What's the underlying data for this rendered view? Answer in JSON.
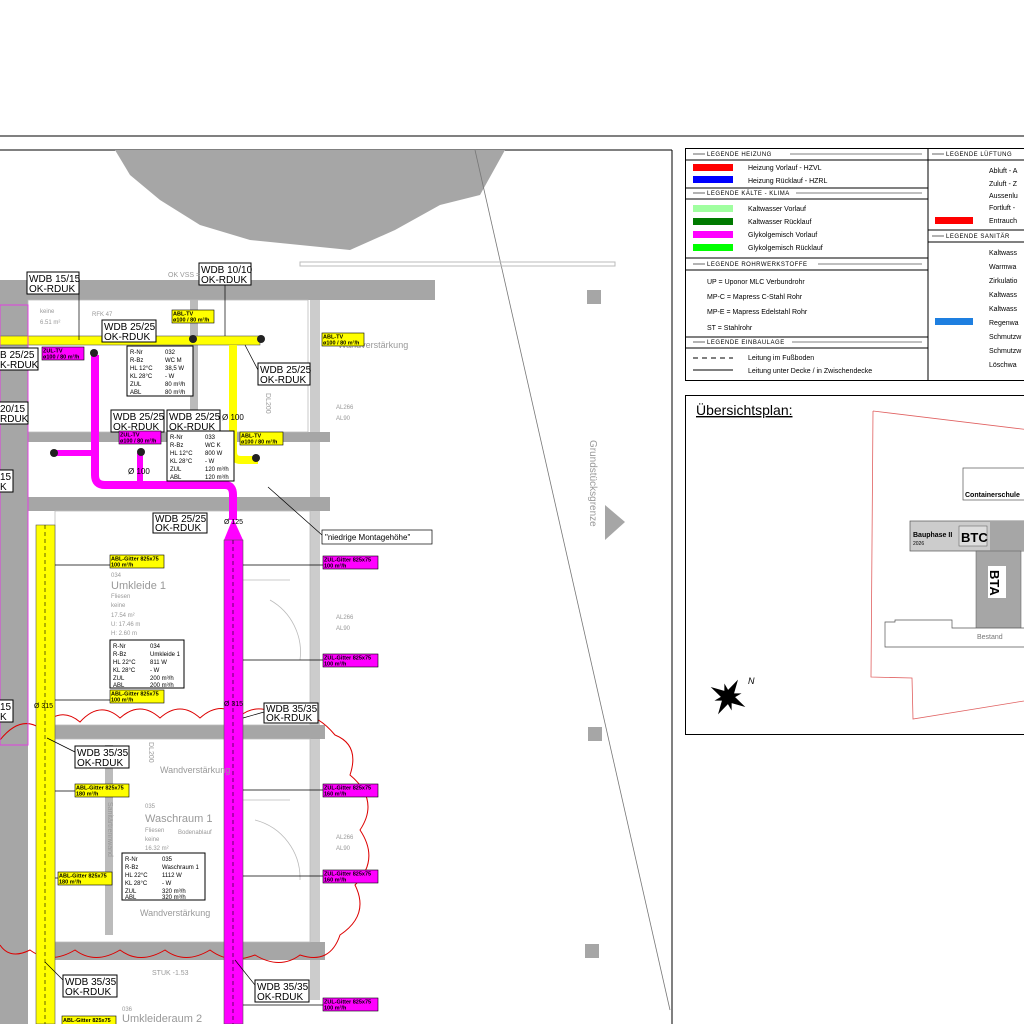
{
  "colors": {
    "heating_supply": "#ff0000",
    "heating_return": "#0000ff",
    "cold_supply": "#a0ffa0",
    "cold_return": "#007a00",
    "glycol_supply": "#ff00ff",
    "glycol_return": "#00ff00",
    "smoke": "#ff0000",
    "rain": "#1e7fe0",
    "exhaust_duct": "#ffff00",
    "supply_duct": "#ff00ff",
    "wall": "#a6a6a6"
  },
  "wdb": [
    {
      "size": "WDB 15/15",
      "ref": "OK-RDUK"
    },
    {
      "size": "WDB 10/10",
      "ref": "OK-RDUK"
    },
    {
      "size": "WDB 25/25",
      "ref": "OK-RDUK"
    },
    {
      "size": "B 25/25",
      "ref": "K-RDUK"
    },
    {
      "size": "WDB 25/25",
      "ref": "OK-RDUK"
    },
    {
      "size": "20/15",
      "ref": "RDUK"
    },
    {
      "size": "WDB 25/25",
      "ref": "OK-RDUK"
    },
    {
      "size": "WDB 25/25",
      "ref": "OK-RDUK"
    },
    {
      "size": "15",
      "ref": "K"
    },
    {
      "size": "WDB 25/25",
      "ref": "OK-RDUK"
    },
    {
      "size": "WDB 35/35",
      "ref": "OK-RDUK"
    },
    {
      "size": "WDB 35/35",
      "ref": "OK-RDUK"
    },
    {
      "size": "15",
      "ref": "K"
    },
    {
      "size": "WDB 35/35",
      "ref": "OK-RDUK"
    },
    {
      "size": "WDB 35/35",
      "ref": "OK-RDUK"
    }
  ],
  "room_tables": [
    {
      "rows": [
        [
          "R-Nr",
          "032"
        ],
        [
          "R-Bz",
          "WC M"
        ],
        [
          "HL 12°C",
          "38,5 W"
        ],
        [
          "KL 28°C",
          "- W"
        ],
        [
          "ZUL",
          "80 m³/h"
        ],
        [
          "ABL",
          "80 m³/h"
        ]
      ]
    },
    {
      "rows": [
        [
          "R-Nr",
          "033"
        ],
        [
          "R-Bz",
          "WC K"
        ],
        [
          "HL 12°C",
          "800 W"
        ],
        [
          "KL 28°C",
          "- W"
        ],
        [
          "ZUL",
          "120 m³/h"
        ],
        [
          "ABL",
          "120 m³/h"
        ]
      ]
    },
    {
      "rows": [
        [
          "R-Nr",
          "034"
        ],
        [
          "R-Bz",
          "Umkleide 1"
        ],
        [
          "HL 22°C",
          "811 W"
        ],
        [
          "KL 28°C",
          "- W"
        ],
        [
          "ZUL",
          "200 m³/h"
        ],
        [
          "ABL",
          "200 m³/h"
        ]
      ]
    },
    {
      "rows": [
        [
          "R-Nr",
          "035"
        ],
        [
          "R-Bz",
          "Waschraum 1"
        ],
        [
          "HL 22°C",
          "1112 W"
        ],
        [
          "KL 28°C",
          "- W"
        ],
        [
          "ZUL",
          "320 m³/h"
        ],
        [
          "ABL",
          "320 m³/h"
        ]
      ]
    }
  ],
  "rooms": {
    "umkleide1": {
      "num": "034",
      "name": "Umkleide 1",
      "floor": "Fliesen",
      "ceiling": "keine",
      "area": "17.54 m²",
      "perimeter": "U: 17.46 m",
      "height": "H: 2.60 m"
    },
    "waschraum1": {
      "num": "035",
      "name": "Waschraum 1",
      "floor": "Fliesen",
      "ceiling": "keine",
      "area": "16.32 m²",
      "drain": "Bodenablauf"
    },
    "umkleideraum2": {
      "num": "036",
      "name": "Umkleideraum 2"
    },
    "wc": {
      "floor": "keine",
      "area": "6.51 m²"
    },
    "reinforcement": "Wandverstärkung",
    "sanitary_wall": "Sanitärtrennwand",
    "rfk": "RFK 47",
    "opening_al": "AL266",
    "opening_al2": "AL90",
    "stuk": "STUK -1.53",
    "ok_vss": "OK VSS =",
    "dl": "DL200",
    "dia": "Ø 100",
    "dia2": "Ø 315",
    "dia3": "Ø 125"
  },
  "duct_tags": {
    "abl_gitter": "ABL-Gitter 825x75",
    "zul_gitter": "ZUL-Gitter 825x75",
    "flow_100": "100 m³/h",
    "flow_180": "180 m³/h",
    "flow_160": "160 m³/h",
    "abl_tv": "ABL-TV",
    "zul_tv": "ZUL-TV",
    "tv_flow": "ø100 / 80 m³/h"
  },
  "callout": "\"niedrige Montagehöhe\"",
  "boundary": "Grundstücksgrenze",
  "legend": {
    "heating": {
      "title": "LEGENDE HEIZUNG",
      "items": [
        {
          "label": "Heizung Vorlauf - HZVL",
          "color": "#ff0000"
        },
        {
          "label": "Heizung Rücklauf - HZRL",
          "color": "#0000ff"
        }
      ]
    },
    "cooling": {
      "title": "LEGENDE KÄLTE - KLIMA",
      "items": [
        {
          "label": "Kaltwasser Vorlauf",
          "color": "#a0ffa0"
        },
        {
          "label": "Kaltwasser Rücklauf",
          "color": "#007a00"
        },
        {
          "label": "Glykolgemisch Vorlauf",
          "color": "#ff00ff"
        },
        {
          "label": "Glykolgemisch Rücklauf",
          "color": "#00ff00"
        }
      ]
    },
    "materials": {
      "title": "LEGENDE ROHRWERKSTOFFE",
      "items": [
        "UP = Uponor MLC Verbundrohr",
        "MP-C = Mapress C-Stahl Rohr",
        "MP-E = Mapress Edelstahl Rohr",
        "ST = Stahlrohr"
      ]
    },
    "installation": {
      "title": "LEGENDE EINBAULAGE",
      "items": [
        "Leitung im Fußboden",
        "Leitung unter Decke / in Zwischendecke"
      ]
    },
    "ventilation": {
      "title": "LEGENDE LÜFTUNG",
      "items": [
        "Abluft - A",
        "Zuluft - Z",
        "Aussenlu",
        "Fortluft -",
        "Entrauch"
      ]
    },
    "sanitary": {
      "title": "LEGENDE SANITÄR",
      "items": [
        "Kaltwass",
        "Warmwa",
        "Zirkulatio",
        "Kaltwass",
        "Kaltwass",
        "Regenwa",
        "Schmutzw",
        "Schmutzw",
        "Löschwa"
      ]
    }
  },
  "overview": {
    "title": "Übersichtsplan:",
    "containerschule": "Containerschule",
    "bauphase": "Bauphase II",
    "year": "2026",
    "btc": "BTC",
    "bta": "BTA",
    "bestand": "Bestand",
    "north": "N"
  }
}
